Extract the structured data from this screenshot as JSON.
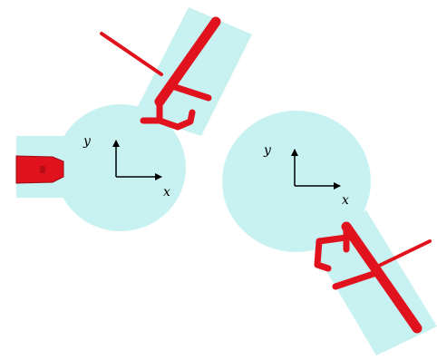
{
  "figure": {
    "left_structure": {
      "axis_x_label": "x",
      "axis_y_label": "y"
    },
    "right_structure": {
      "axis_x_label": "x",
      "axis_y_label": "y"
    }
  },
  "colors": {
    "background": "#ffffff",
    "body_fill": "#c8f1f1",
    "body_stroke": "#b3e3e3",
    "conductor": "#e0121d",
    "conductor_edge": "#9e0a12",
    "axis": "#000000"
  }
}
